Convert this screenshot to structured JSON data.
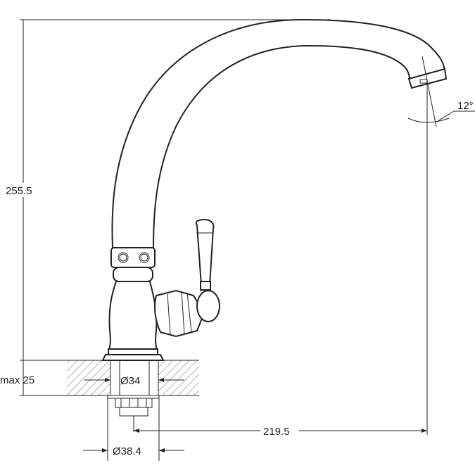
{
  "drawing": {
    "title": "Faucet technical drawing",
    "dimensions": {
      "height": "255.5",
      "counter_max": "max 25",
      "hole_diameter": "Ø34",
      "base_diameter": "Ø38.4",
      "reach": "219.5",
      "spout_angle": "12°"
    },
    "colors": {
      "line": "#222222",
      "background": "#ffffff"
    }
  }
}
